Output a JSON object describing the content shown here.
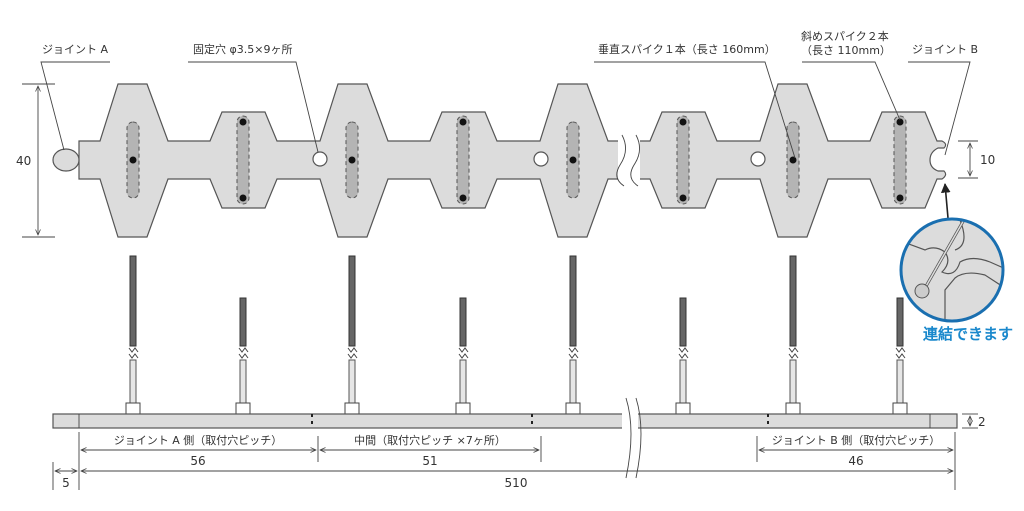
{
  "labels": {
    "joint_a": "ジョイント A",
    "fixing_hole": "固定穴 φ3.5×9ヶ所",
    "vertical_spike": "垂直スパイク１本（長さ 160mm）",
    "diagonal_spike_line1": "斜めスパイク２本",
    "diagonal_spike_line2": "（長さ 110mm）",
    "joint_b": "ジョイント B",
    "connect_note": "連結できます"
  },
  "dimensions": {
    "height": "40",
    "joint_width": "10",
    "thickness": "2",
    "pitch_a_label": "ジョイント A 側（取付穴ピッチ）",
    "pitch_a": "56",
    "pitch_mid_label": "中間（取付穴ピッチ ×7ヶ所）",
    "pitch_mid": "51",
    "pitch_b_label": "ジョイント B 側（取付穴ピッチ）",
    "pitch_b": "46",
    "end_offset": "5",
    "total_length": "510"
  },
  "colors": {
    "accent": "#1a88cc",
    "plate": "#dcdcdc"
  }
}
